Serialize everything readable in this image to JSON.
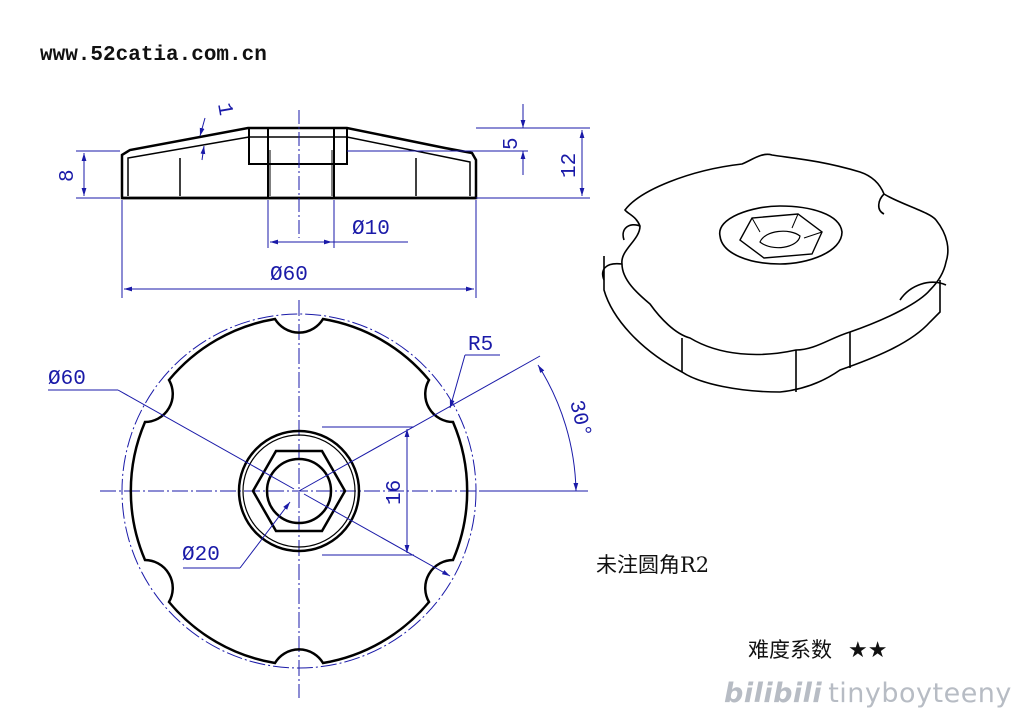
{
  "header": {
    "website": "www.52catia.com.cn"
  },
  "notes": {
    "fillet_note": "未注圆角R2",
    "difficulty_label": "难度系数",
    "difficulty_stars": "★★"
  },
  "dimensions": {
    "wall": "1",
    "rim_height": "8",
    "hub_depth": "5",
    "total_height": "12",
    "bore": "Ø10",
    "section_diameter": "Ø60",
    "outer_diameter": "Ø60",
    "notch_radius": "R5",
    "angle": "30°",
    "hex_flats": "16",
    "hub_diameter": "Ø20"
  },
  "watermark": {
    "logo": "bilibili",
    "user": "tinyboyteeny"
  },
  "colors": {
    "outline": "#000000",
    "dimension": "#1a1aa8",
    "centerline": "#1a1aa8"
  }
}
